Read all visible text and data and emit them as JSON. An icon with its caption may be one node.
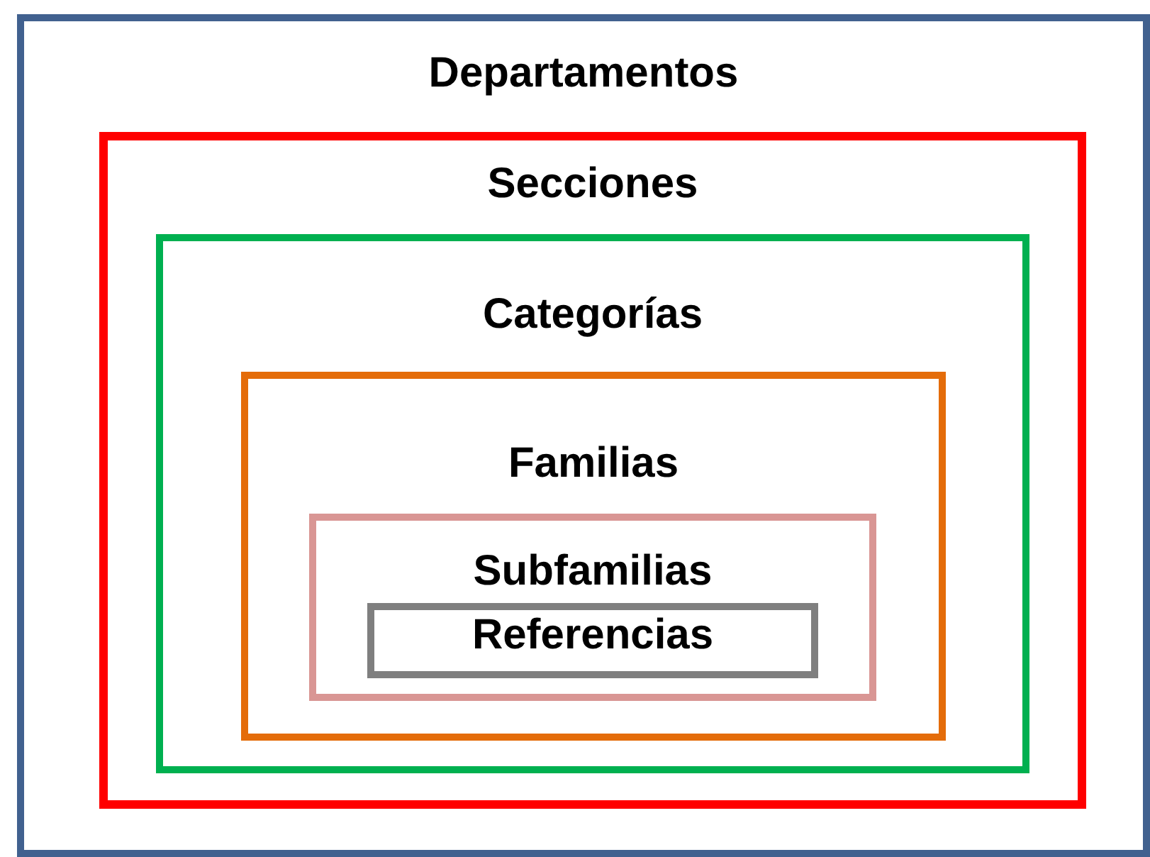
{
  "diagram": {
    "nodes": [
      {
        "text": [
          "Departamentos"
        ]
      },
      {
        "text": [
          "Secciones"
        ],
        "in": 0
      },
      {
        "text": [
          "Categorías"
        ],
        "in": 1
      },
      {
        "text": [
          "Familias"
        ],
        "in": 2
      },
      {
        "text": [
          "Subfamilias"
        ],
        "in": 3
      },
      {
        "text": [
          "Referencias"
        ],
        "in": 4
      }
    ]
  }
}
